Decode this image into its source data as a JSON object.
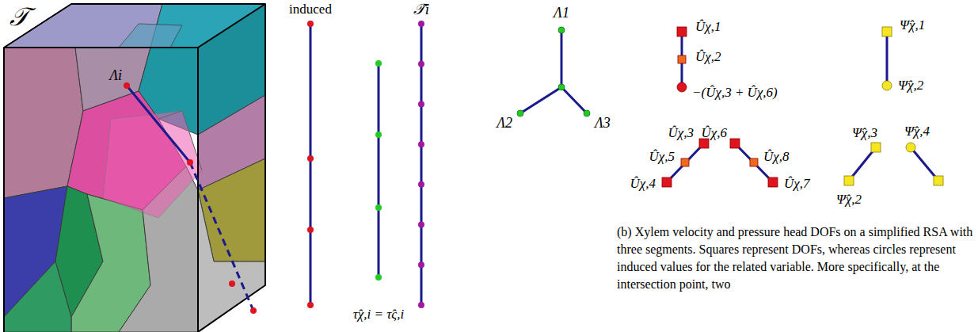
{
  "diagram": {
    "caption": "(b) Xylem velocity and pressure head DOFs on a simplified RSA with three segments. Squares represent DOFs, whereas circles represent induced values for the related variable. More specifically, at the intersection point, two",
    "labels": [
      "𝒯",
      "Λi",
      "induced",
      "𝒯̂i",
      "τ̂χ,i = τ̂ς,i",
      "Λ1",
      "Λ2",
      "Λ3",
      "Ûχ,1",
      "Ûχ,2",
      "−(Ûχ,3 + Ûχ,6)",
      "Ûχ,3",
      "Ûχ,5",
      "Ûχ,4",
      "Ûχ,6",
      "Ûχ,8",
      "Ûχ,7",
      "Ψ̂χ,1",
      "Ψ̂χ,2",
      "Ψ̂χ,3",
      "Ψ̂χ,2",
      "Ψ̂χ,4"
    ]
  }
}
